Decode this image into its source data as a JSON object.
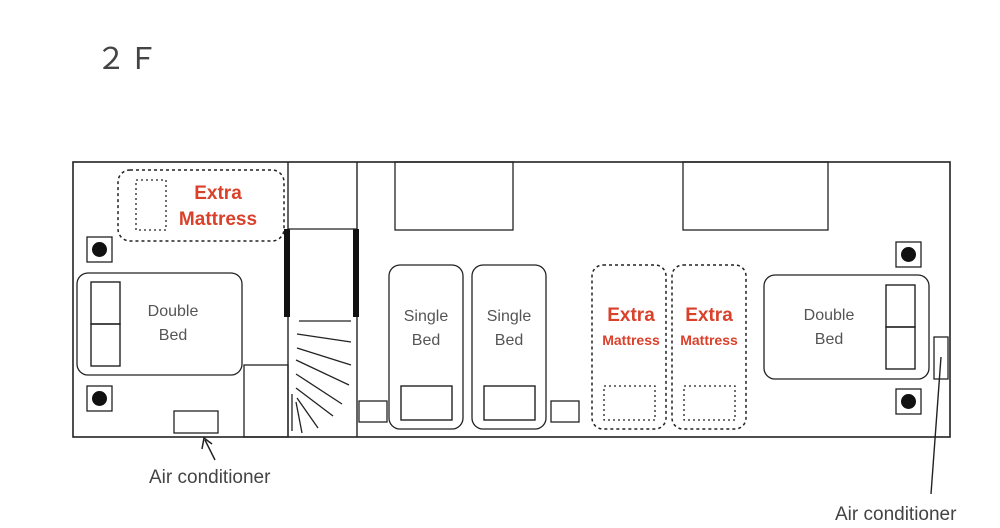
{
  "floor": "２Ｆ",
  "beds": {
    "double_left": [
      "Double",
      "Bed"
    ],
    "single_1": [
      "Single",
      "Bed"
    ],
    "single_2": [
      "Single",
      "Bed"
    ],
    "double_right": [
      "Double",
      "Bed"
    ]
  },
  "extra": {
    "top_left": [
      "Extra",
      "Mattress"
    ],
    "mid_1": [
      "Extra",
      "Mattress"
    ],
    "mid_2": [
      "Extra",
      "Mattress"
    ]
  },
  "notes": {
    "ac_left": "Air conditioner",
    "ac_right": "Air conditioner"
  },
  "colors": {
    "wall": "#222222",
    "furniture": "#333333",
    "accent": "#d9412b",
    "text": "#555555"
  }
}
